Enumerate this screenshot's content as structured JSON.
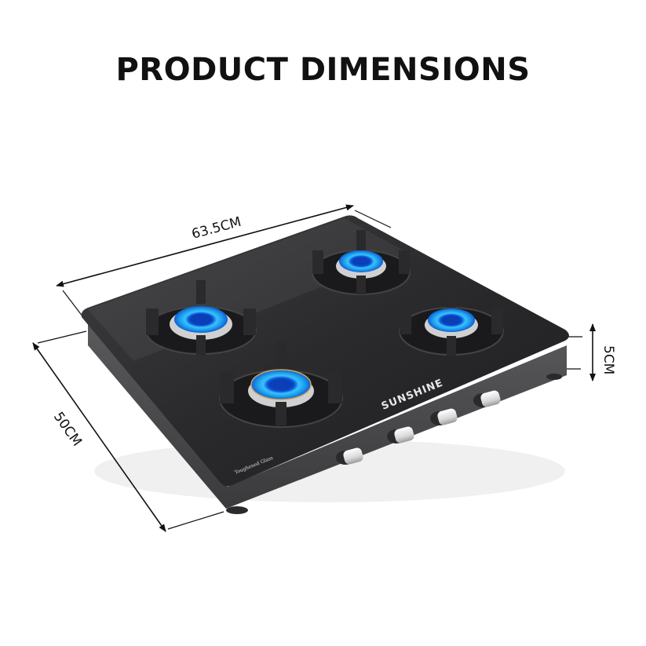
{
  "header": {
    "title": "PRODUCT DIMENSIONS"
  },
  "dimensions": {
    "width": "63.5CM",
    "depth": "50CM",
    "height": "5CM"
  },
  "product": {
    "brand": "SUNSHINE",
    "glass_label": "Toughened Glass",
    "burner_count": 4,
    "knob_count": 4,
    "colors": {
      "glass": "#2b2b2d",
      "frame": "#4a4a4c",
      "flame": "#1e9be8",
      "flame_core": "#0a4fd0",
      "knob": "#e6e6e6"
    }
  }
}
